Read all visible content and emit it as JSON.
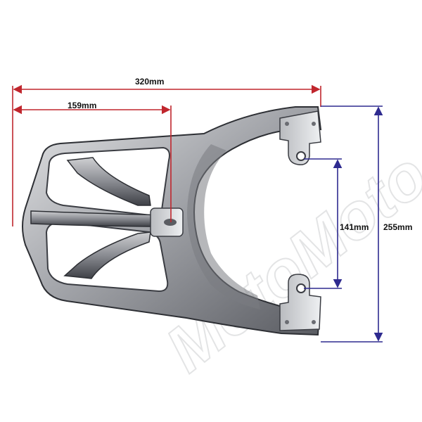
{
  "dimensions": {
    "overall_width": "320mm",
    "half_width": "159mm",
    "mount_spacing": "141mm",
    "overall_depth": "255mm"
  },
  "watermark": "MotoMoto",
  "colors": {
    "background": "#ffffff",
    "width_lines": "#c0262d",
    "depth_lines": "#2e2a8f",
    "metal_light": "#d9dadc",
    "metal_mid": "#9a9ca1",
    "metal_dark": "#4a4c52",
    "metal_shadow": "#2d2f34"
  }
}
